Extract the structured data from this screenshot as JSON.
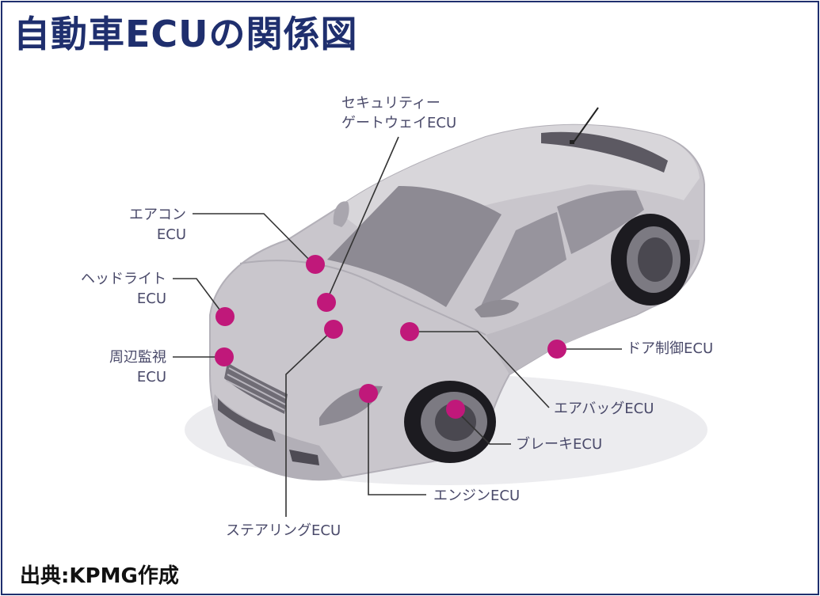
{
  "title": "自動車ECUの関係図",
  "source": "出典:KPMG作成",
  "colors": {
    "frame": "#1f2f6e",
    "title": "#1f2f6e",
    "ecu_dot": "#c0187a",
    "leader_line": "#333333",
    "label_text": "#4a4a6a",
    "car_body": "#c9c6cc"
  },
  "labels": {
    "security_gateway": [
      "セキュリティー",
      "ゲートウェイECU"
    ],
    "aircon": [
      "エアコン",
      "ECU"
    ],
    "headlight": [
      "ヘッドライト",
      "ECU"
    ],
    "surround": [
      "周辺監視",
      "ECU"
    ],
    "door": "ドア制御ECU",
    "airbag": "エアバッグECU",
    "brake": "ブレーキECU",
    "engine": "エンジンECU",
    "steering": "ステアリングECU"
  }
}
